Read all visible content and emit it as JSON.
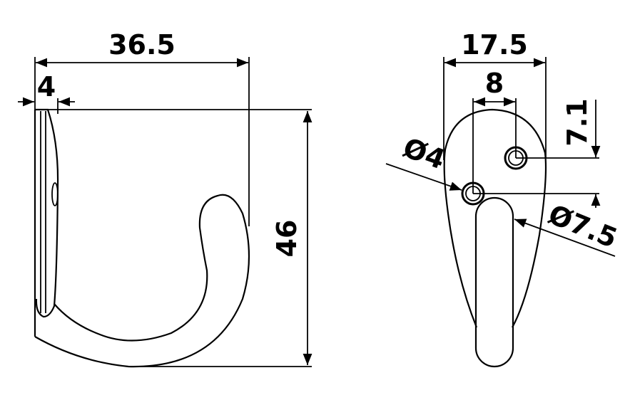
{
  "diagram": {
    "side_view": {
      "width_label": "36.5",
      "plate_thickness_label": "4",
      "height_label": "46"
    },
    "front_view": {
      "width_label": "17.5",
      "hole_spacing_label": "8",
      "hole_offset_label": "7.1",
      "hole_diameter_label": "Ø4",
      "stem_diameter_label": "Ø7.5"
    },
    "line_color": "#000000",
    "background_color": "#ffffff"
  }
}
